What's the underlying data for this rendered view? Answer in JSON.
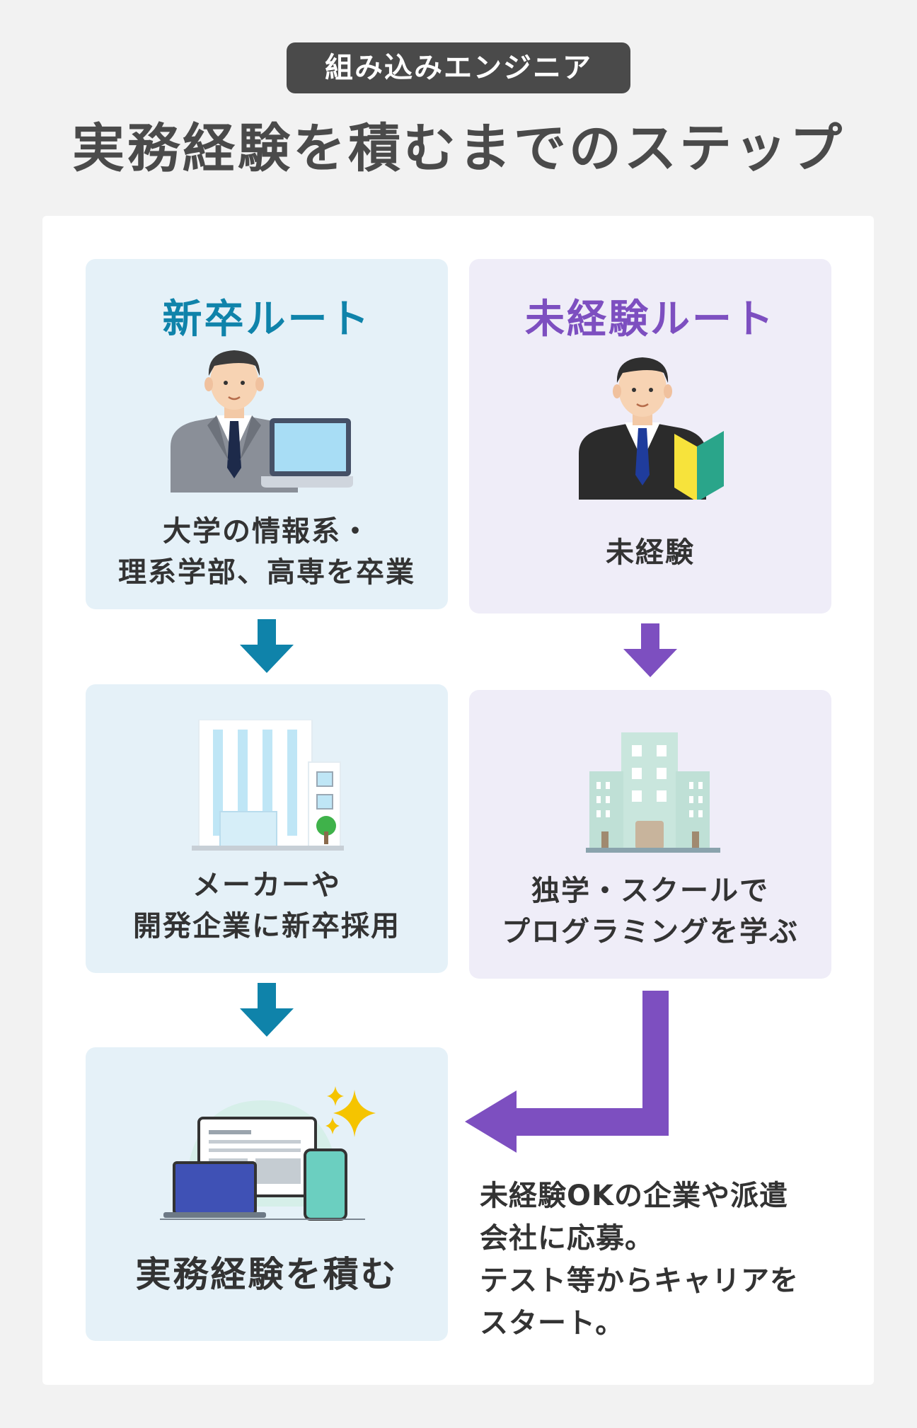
{
  "header": {
    "tag": "組み込みエンジニア",
    "title": "実務経験を積むまでのステップ"
  },
  "routes": {
    "new_grad": {
      "title": "新卒ルート",
      "step1_line1": "大学の情報系・",
      "step1_line2": "理系学部、高専を卒業",
      "step2_line1": "メーカーや",
      "step2_line2": "開発企業に新卒採用"
    },
    "inexperienced": {
      "title": "未経験ルート",
      "step1": "未経験",
      "step2_line1": "独学・スクールで",
      "step2_line2": "プログラミングを学ぶ"
    }
  },
  "goal": {
    "label": "実務経験を積む"
  },
  "note": {
    "line1": "未経験OKの企業や派遣",
    "line2": "会社に応募。",
    "line3": "テスト等からキャリアを",
    "line4": "スタート。"
  },
  "colors": {
    "blue_accent": "#0f83aa",
    "purple_accent": "#7d4fc0",
    "blue_box": "#e5f1f8",
    "purple_box": "#efedf8"
  },
  "icons": [
    "businessman-laptop-icon",
    "businessman-beginner-mark-icon",
    "office-building-icon",
    "city-building-icon",
    "devices-icon",
    "sparkle-icon"
  ]
}
